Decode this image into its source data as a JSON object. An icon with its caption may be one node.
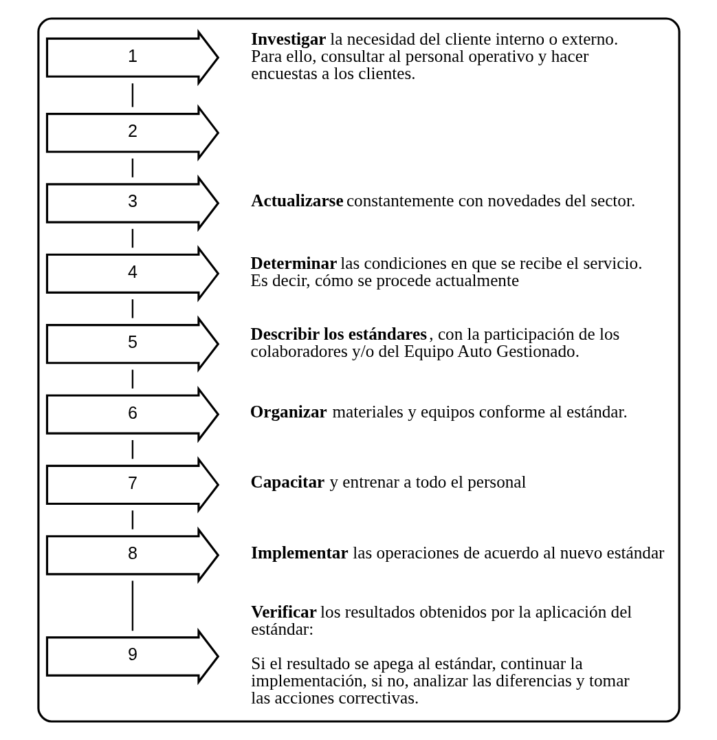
{
  "diagram": {
    "nodes": [
      {
        "text": [],
        "shape": "box"
      },
      {
        "text": [
          "1"
        ],
        "in": 0,
        "beside": [
          "**Investigar** la necesidad del cliente interno o externo. Para ello, consultar al personal operativo y hacer encuestas a los clientes."
        ]
      },
      {
        "text": [
          "2"
        ],
        "in": 0
      },
      {
        "text": [
          "3"
        ],
        "in": 0,
        "beside": [
          "**Actualizarse** constantemente con novedades del sector."
        ]
      },
      {
        "text": [
          "4"
        ],
        "in": 0,
        "beside": [
          "**Determinar** las condiciones en que se recibe el servicio. Es decir, cómo se procede actualmente"
        ]
      },
      {
        "text": [
          "5"
        ],
        "in": 0,
        "beside": [
          "**Describir los estándares**, con la participación de los colaboradores y/o del Equipo Auto Gestionado."
        ]
      },
      {
        "text": [
          "6"
        ],
        "in": 0,
        "beside": [
          "**Organizar** materiales y equipos conforme al estándar."
        ]
      },
      {
        "text": [
          "7"
        ],
        "in": 0,
        "beside": [
          "**Capacitar** y entrenar a todo el personal"
        ]
      },
      {
        "text": [
          "8"
        ],
        "in": 0,
        "beside": [
          "**Implementar** las operaciones de acuerdo al nuevo estándar"
        ]
      },
      {
        "text": [
          "9"
        ],
        "in": 0,
        "beside": [
          "**Verificar** los resultados obtenidos por la aplicación del estándar:",
          "Si el resultado se apega al estándar, continuar la implementación, si no, analizar las diferencias y tomar las acciones correctivas."
        ]
      }
    ],
    "edges": [
      {
        "from": 1,
        "to": 2,
        "arrow": "none"
      },
      {
        "from": 2,
        "to": 3,
        "arrow": "none"
      },
      {
        "from": 3,
        "to": 4,
        "arrow": "none"
      },
      {
        "from": 4,
        "to": 5,
        "arrow": "none"
      },
      {
        "from": 5,
        "to": 6,
        "arrow": "none"
      },
      {
        "from": 6,
        "to": 7,
        "arrow": "none"
      },
      {
        "from": 7,
        "to": 8,
        "arrow": "none"
      },
      {
        "from": 8,
        "to": 9,
        "arrow": "none"
      }
    ]
  }
}
